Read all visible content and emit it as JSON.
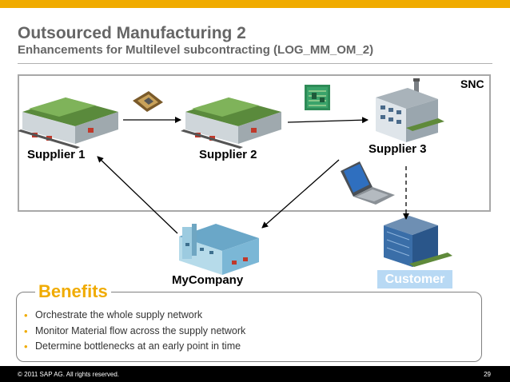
{
  "slide": {
    "title": "Outsourced Manufacturing 2",
    "subtitle": "Enhancements for Multilevel subcontracting (LOG_MM_OM_2)",
    "region_label": "SNC"
  },
  "nodes": {
    "supplier1": "Supplier 1",
    "supplier2": "Supplier 2",
    "supplier3": "Supplier 3",
    "mycompany": "MyCompany",
    "customer": "Customer"
  },
  "benefits": {
    "title": "Benefits",
    "items": [
      "Orchestrate the whole supply network",
      "Monitor Material flow across the supply network",
      "Determine bottlenecks at an early point in time"
    ]
  },
  "footer": {
    "copyright": "© 2011 SAP AG. All rights reserved.",
    "page_number": "29"
  },
  "colors": {
    "accent": "#f0ab00",
    "customer_fill": "#b8d9f4",
    "heading_gray": "#666666"
  },
  "icons": [
    "warehouse-icon",
    "cpu-chip-icon",
    "circuit-board-icon",
    "factory-icon",
    "laptop-icon",
    "office-building-icon",
    "company-building-icon"
  ]
}
